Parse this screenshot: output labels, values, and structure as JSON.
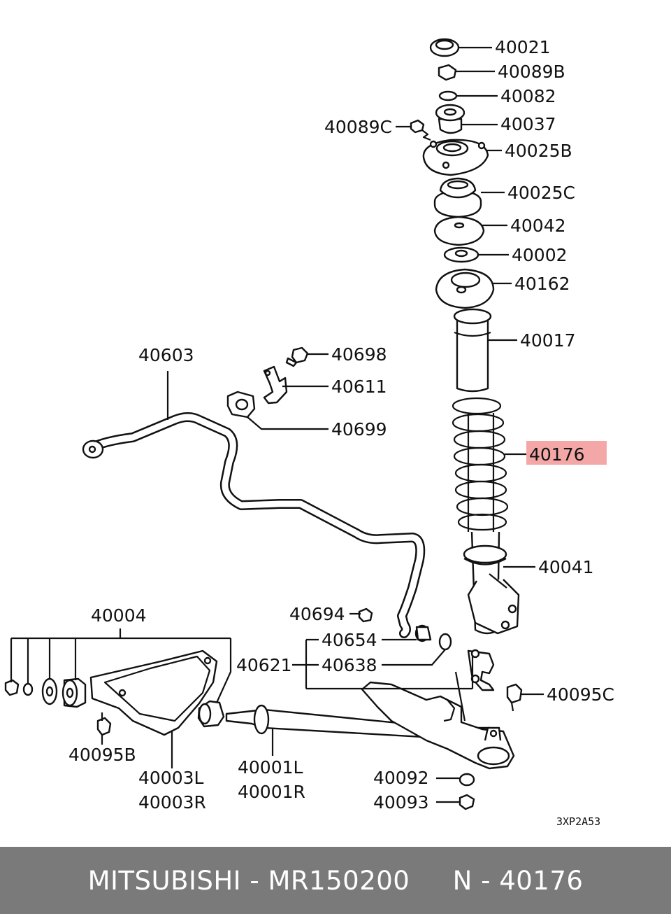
{
  "diagram": {
    "highlight_color": "#f4a7a7",
    "labels": [
      {
        "id": "l40021",
        "text": "40021"
      },
      {
        "id": "l40089B",
        "text": "40089B"
      },
      {
        "id": "l40082",
        "text": "40082"
      },
      {
        "id": "l40089C",
        "text": "40089C"
      },
      {
        "id": "l40037",
        "text": "40037"
      },
      {
        "id": "l40025B",
        "text": "40025B"
      },
      {
        "id": "l40025C",
        "text": "40025C"
      },
      {
        "id": "l40042",
        "text": "40042"
      },
      {
        "id": "l40002",
        "text": "40002"
      },
      {
        "id": "l40162",
        "text": "40162"
      },
      {
        "id": "l40017",
        "text": "40017"
      },
      {
        "id": "l40603",
        "text": "40603"
      },
      {
        "id": "l40698",
        "text": "40698"
      },
      {
        "id": "l40611",
        "text": "40611"
      },
      {
        "id": "l40699",
        "text": "40699"
      },
      {
        "id": "l40176",
        "text": "40176"
      },
      {
        "id": "l40041",
        "text": "40041"
      },
      {
        "id": "l40694",
        "text": "40694"
      },
      {
        "id": "l40004",
        "text": "40004"
      },
      {
        "id": "l40654",
        "text": "40654"
      },
      {
        "id": "l40621",
        "text": "40621"
      },
      {
        "id": "l40638",
        "text": "40638"
      },
      {
        "id": "l40095C",
        "text": "40095C"
      },
      {
        "id": "l40095B",
        "text": "40095B"
      },
      {
        "id": "l40003L",
        "text": "40003L"
      },
      {
        "id": "l40003R",
        "text": "40003R"
      },
      {
        "id": "l40001L",
        "text": "40001L"
      },
      {
        "id": "l40001R",
        "text": "40001R"
      },
      {
        "id": "l40092",
        "text": "40092"
      },
      {
        "id": "l40093",
        "text": "40093"
      }
    ],
    "drawing_code": "3XP2A53"
  },
  "footer": {
    "text": "MITSUBISHI - MR150200     N - 40176",
    "background": "#7a7a7a"
  }
}
